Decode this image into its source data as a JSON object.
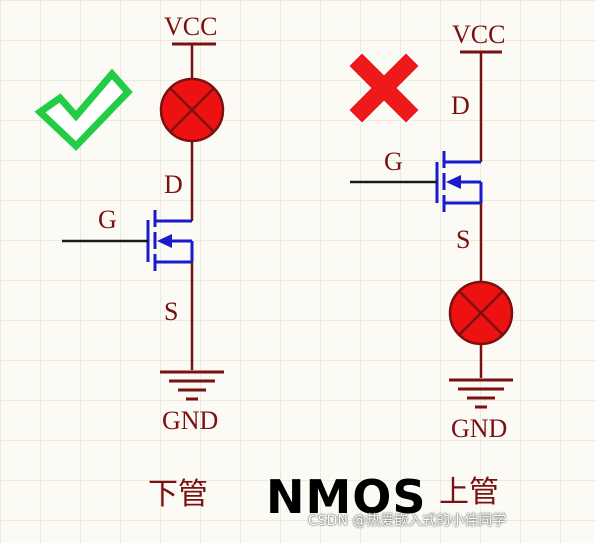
{
  "left_circuit": {
    "supply": "VCC",
    "drain": "D",
    "gate": "G",
    "source": "S",
    "ground": "GND",
    "caption": "下管",
    "status_icon": "check-icon"
  },
  "right_circuit": {
    "supply": "VCC",
    "drain": "D",
    "gate": "G",
    "source": "S",
    "ground": "GND",
    "caption": "上管",
    "status_icon": "cross-icon"
  },
  "title": "NMOS",
  "watermark": "CSDN @热爱嵌入式的小佳同学",
  "colors": {
    "wire": "#7a1010",
    "mosfet": "#1a1acc",
    "lamp": "#ee1111",
    "check": "#22cc44",
    "cross": "#ee1a1a"
  }
}
